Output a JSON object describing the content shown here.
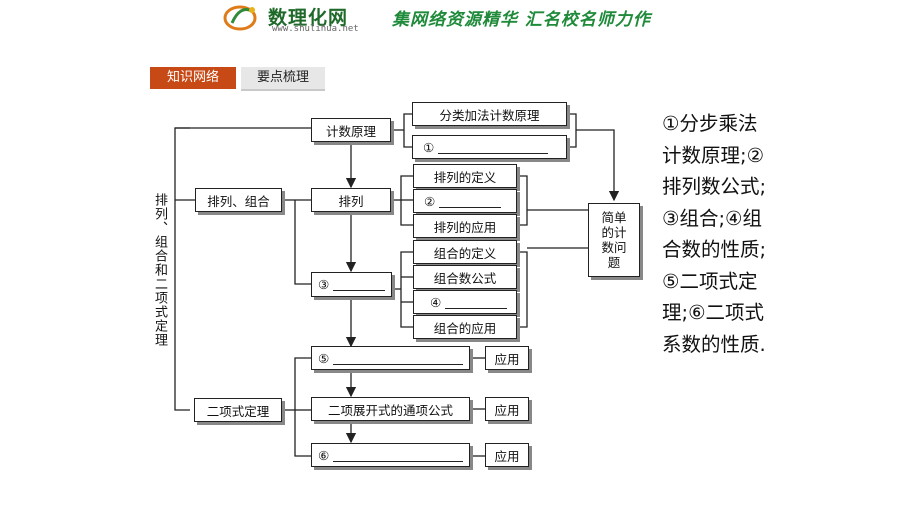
{
  "header": {
    "brand": "数理化网",
    "url": "www.shulihua.net",
    "slogan": "集网络资源精华  汇名校名师力作"
  },
  "tabs": [
    {
      "label": "知识网络"
    },
    {
      "label": "要点梳理"
    }
  ],
  "diagram": {
    "root": "排列、组合和二项式定理",
    "jishu": "计数原理",
    "pailiezuhe": "排列、组合",
    "erxiangshi": "二项式定理",
    "fenlei": "分类加法计数原理",
    "blank1": "①",
    "pailie": "排列",
    "pailie_dingyi": "排列的定义",
    "blank2": "②",
    "pailie_yingyong": "排列的应用",
    "blank3": "③",
    "zuhe_dingyi": "组合的定义",
    "zuhe_gongshi": "组合数公式",
    "blank4": "④",
    "zuhe_yingyong": "组合的应用",
    "jiandan": "简单的计数问题",
    "blank5": "⑤",
    "tongxiang": "二项展开式的通项公式",
    "blank6": "⑥",
    "yingyong": "应用"
  },
  "answer": "①分步乘法计数原理;②排列数公式;③组合;④组合数的性质;⑤二项式定理;⑥二项式系数的性质."
}
